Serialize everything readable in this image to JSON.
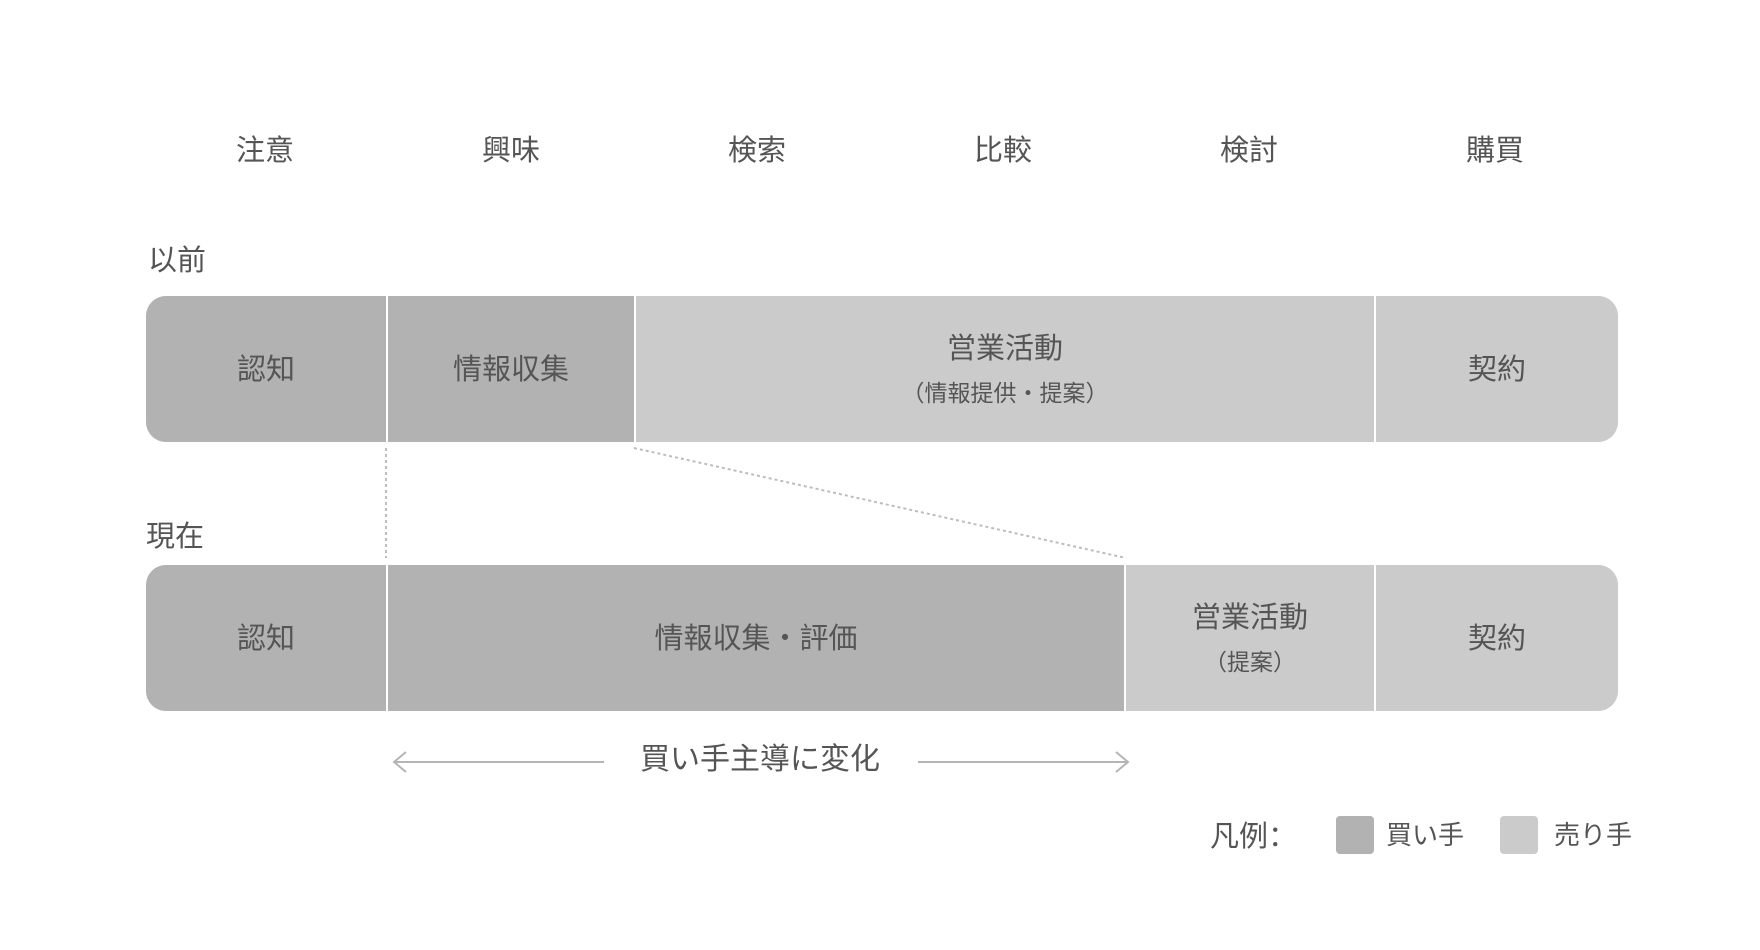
{
  "stages": [
    "注意",
    "興味",
    "検索",
    "比較",
    "検討",
    "購買"
  ],
  "before": {
    "label": "以前",
    "segments": [
      {
        "text": "認知",
        "role": "buyer"
      },
      {
        "text": "情報収集",
        "role": "buyer"
      },
      {
        "text": "営業活動",
        "sub": "（情報提供・提案）",
        "role": "seller"
      },
      {
        "text": "契約",
        "role": "seller"
      }
    ]
  },
  "now": {
    "label": "現在",
    "segments": [
      {
        "text": "認知",
        "role": "buyer"
      },
      {
        "text": "情報収集・評価",
        "role": "buyer"
      },
      {
        "text": "営業活動",
        "sub": "（提案）",
        "role": "seller"
      },
      {
        "text": "契約",
        "role": "seller"
      }
    ]
  },
  "shift_label": "買い手主導に変化",
  "legend": {
    "title": "凡例：",
    "buyer_label": "買い手",
    "seller_label": "売り手"
  },
  "colors": {
    "buyer": "#b2b2b2",
    "seller": "#cbcbcb",
    "text": "#555555",
    "connector": "#bdbdbd"
  }
}
